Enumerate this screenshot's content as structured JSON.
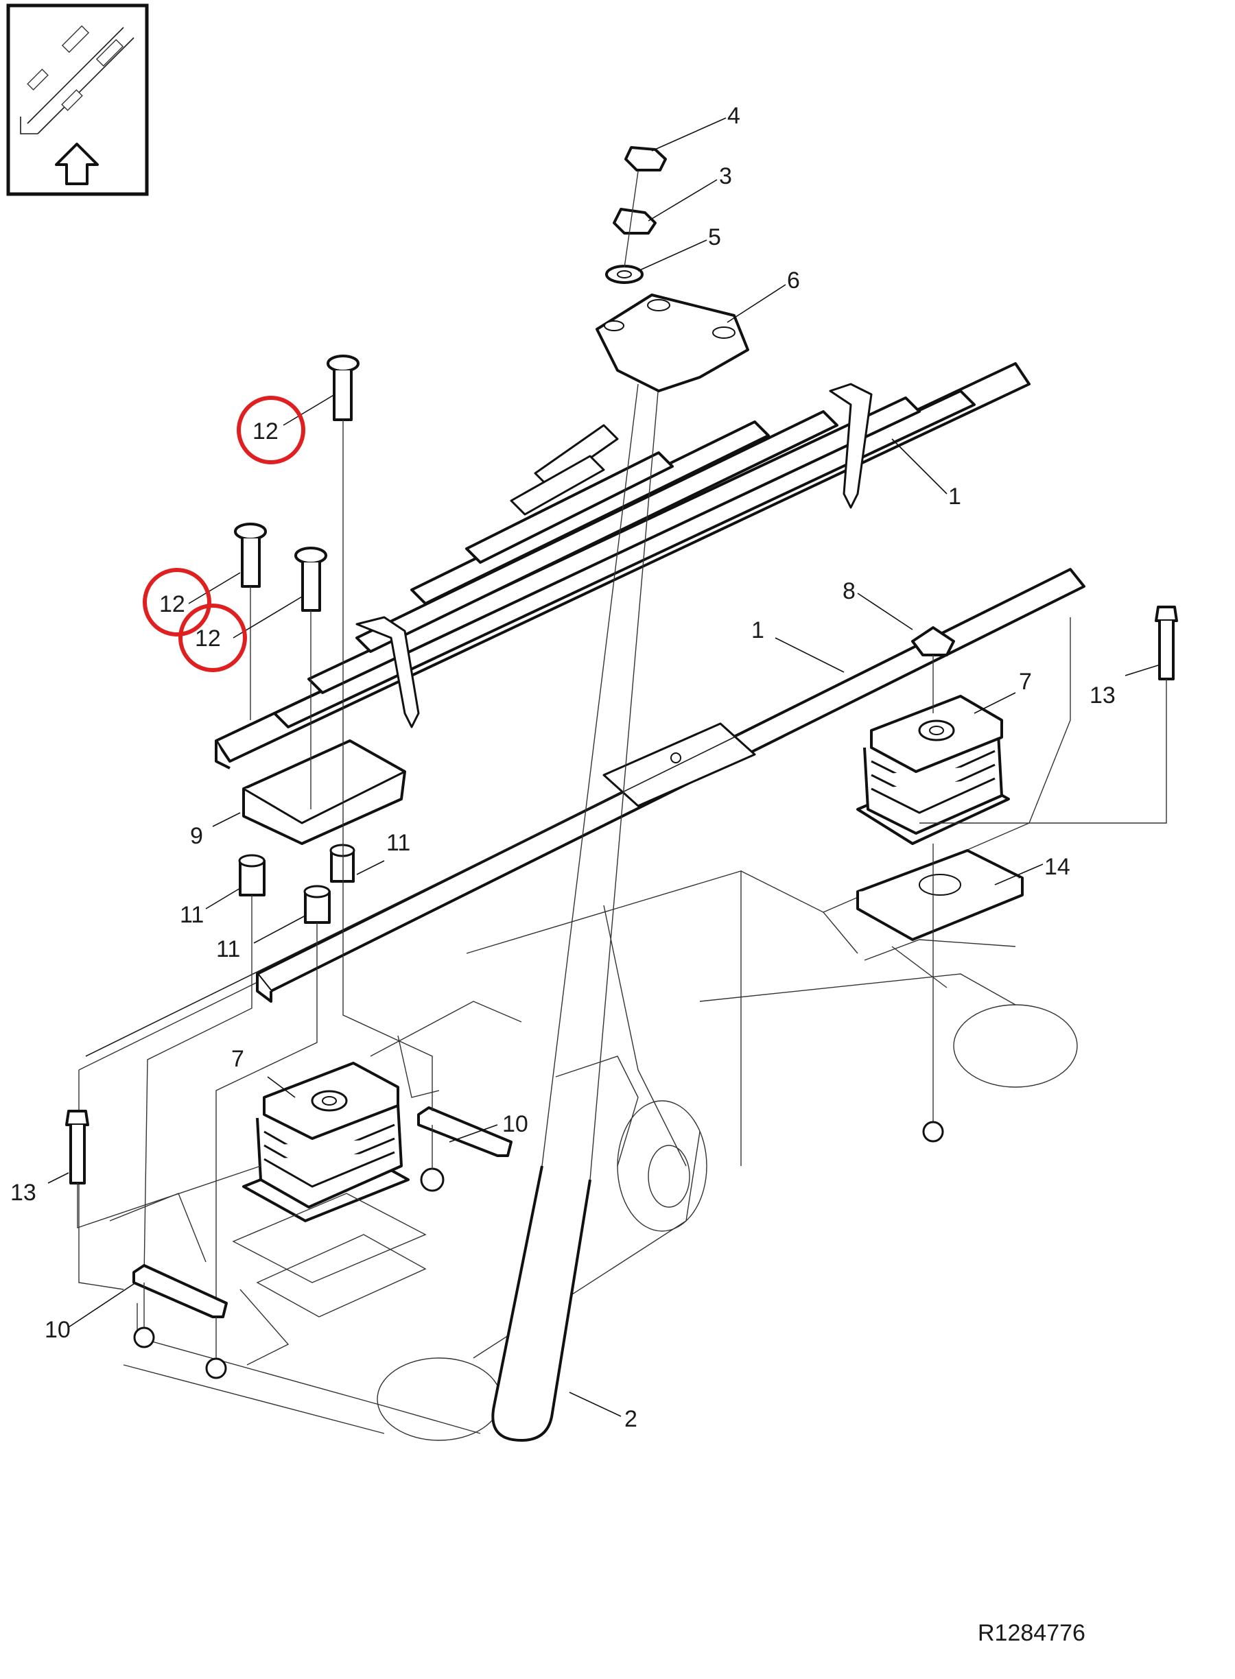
{
  "diagram": {
    "reference": "R1284776",
    "highlight_color": "#e02020",
    "orientation_icon": "front-direction-arrow-icon",
    "callouts": [
      {
        "id": "c4",
        "text": "4"
      },
      {
        "id": "c3",
        "text": "3"
      },
      {
        "id": "c5",
        "text": "5"
      },
      {
        "id": "c6",
        "text": "6"
      },
      {
        "id": "c1a",
        "text": "1"
      },
      {
        "id": "c1b",
        "text": "1"
      },
      {
        "id": "c8",
        "text": "8"
      },
      {
        "id": "c7a",
        "text": "7"
      },
      {
        "id": "c7b",
        "text": "7"
      },
      {
        "id": "c13a",
        "text": "13"
      },
      {
        "id": "c13b",
        "text": "13"
      },
      {
        "id": "c14",
        "text": "14"
      },
      {
        "id": "c9",
        "text": "9"
      },
      {
        "id": "c11a",
        "text": "11"
      },
      {
        "id": "c11b",
        "text": "11"
      },
      {
        "id": "c11c",
        "text": "11"
      },
      {
        "id": "c10a",
        "text": "10"
      },
      {
        "id": "c10b",
        "text": "10"
      },
      {
        "id": "c2",
        "text": "2"
      },
      {
        "id": "c12a",
        "text": "12"
      },
      {
        "id": "c12b",
        "text": "12"
      },
      {
        "id": "c12c",
        "text": "12"
      }
    ]
  }
}
